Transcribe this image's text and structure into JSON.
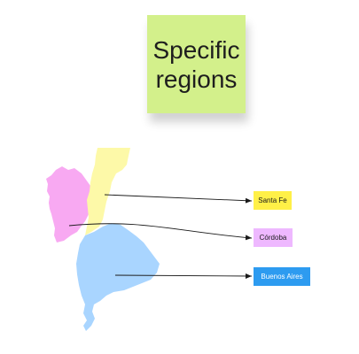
{
  "sticky_note": {
    "title": "Specific regions",
    "color": "#d3f08b"
  },
  "regions": [
    {
      "label": "Santa Fe",
      "shape_color": "#fdf9a8",
      "tag_bg": "#fff047",
      "tag_text": "#1a1a1a"
    },
    {
      "label": "Córdoba",
      "shape_color": "#f8a9f2",
      "tag_bg": "#eeb8ff",
      "tag_text": "#1a1a1a"
    },
    {
      "label": "Buenos Aires",
      "shape_color": "#a9d5ff",
      "tag_bg": "#2d9bf0",
      "tag_text": "#ffffff"
    }
  ],
  "connector_color": "#1a1a1a"
}
